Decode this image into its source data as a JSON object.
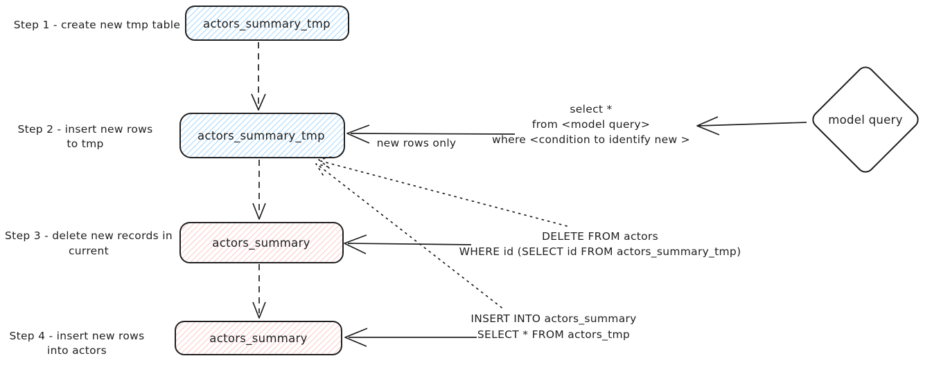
{
  "steps": [
    {
      "label_lines": [
        "Step 1 - create new tmp table",
        ""
      ],
      "box_label": "actors_summary_tmp"
    },
    {
      "label_lines": [
        "Step 2 - insert new rows",
        "to tmp"
      ],
      "box_label": "actors_summary_tmp"
    },
    {
      "label_lines": [
        "Step 3 - delete new records in",
        "current"
      ],
      "box_label": "actors_summary"
    },
    {
      "label_lines": [
        "Step 4 - insert new rows",
        "into actors"
      ],
      "box_label": "actors_summary"
    }
  ],
  "model_query": {
    "label": "model query"
  },
  "annotations": {
    "select_query_lines": [
      "select *",
      "from <model query>",
      "where <condition to identify new >"
    ],
    "new_rows_label": "new rows only",
    "delete_query_lines": [
      "DELETE FROM actors",
      "WHERE id (SELECT id FROM actors_summary_tmp)"
    ],
    "insert_query_lines": [
      "INSERT INTO actors_summary",
      "SELECT * FROM actors_tmp"
    ]
  },
  "colors": {
    "tmp_table_fill": "#a5d8ff",
    "current_table_fill": "#ffc9c9",
    "stroke": "#1e1e1e",
    "background": "#ffffff"
  }
}
